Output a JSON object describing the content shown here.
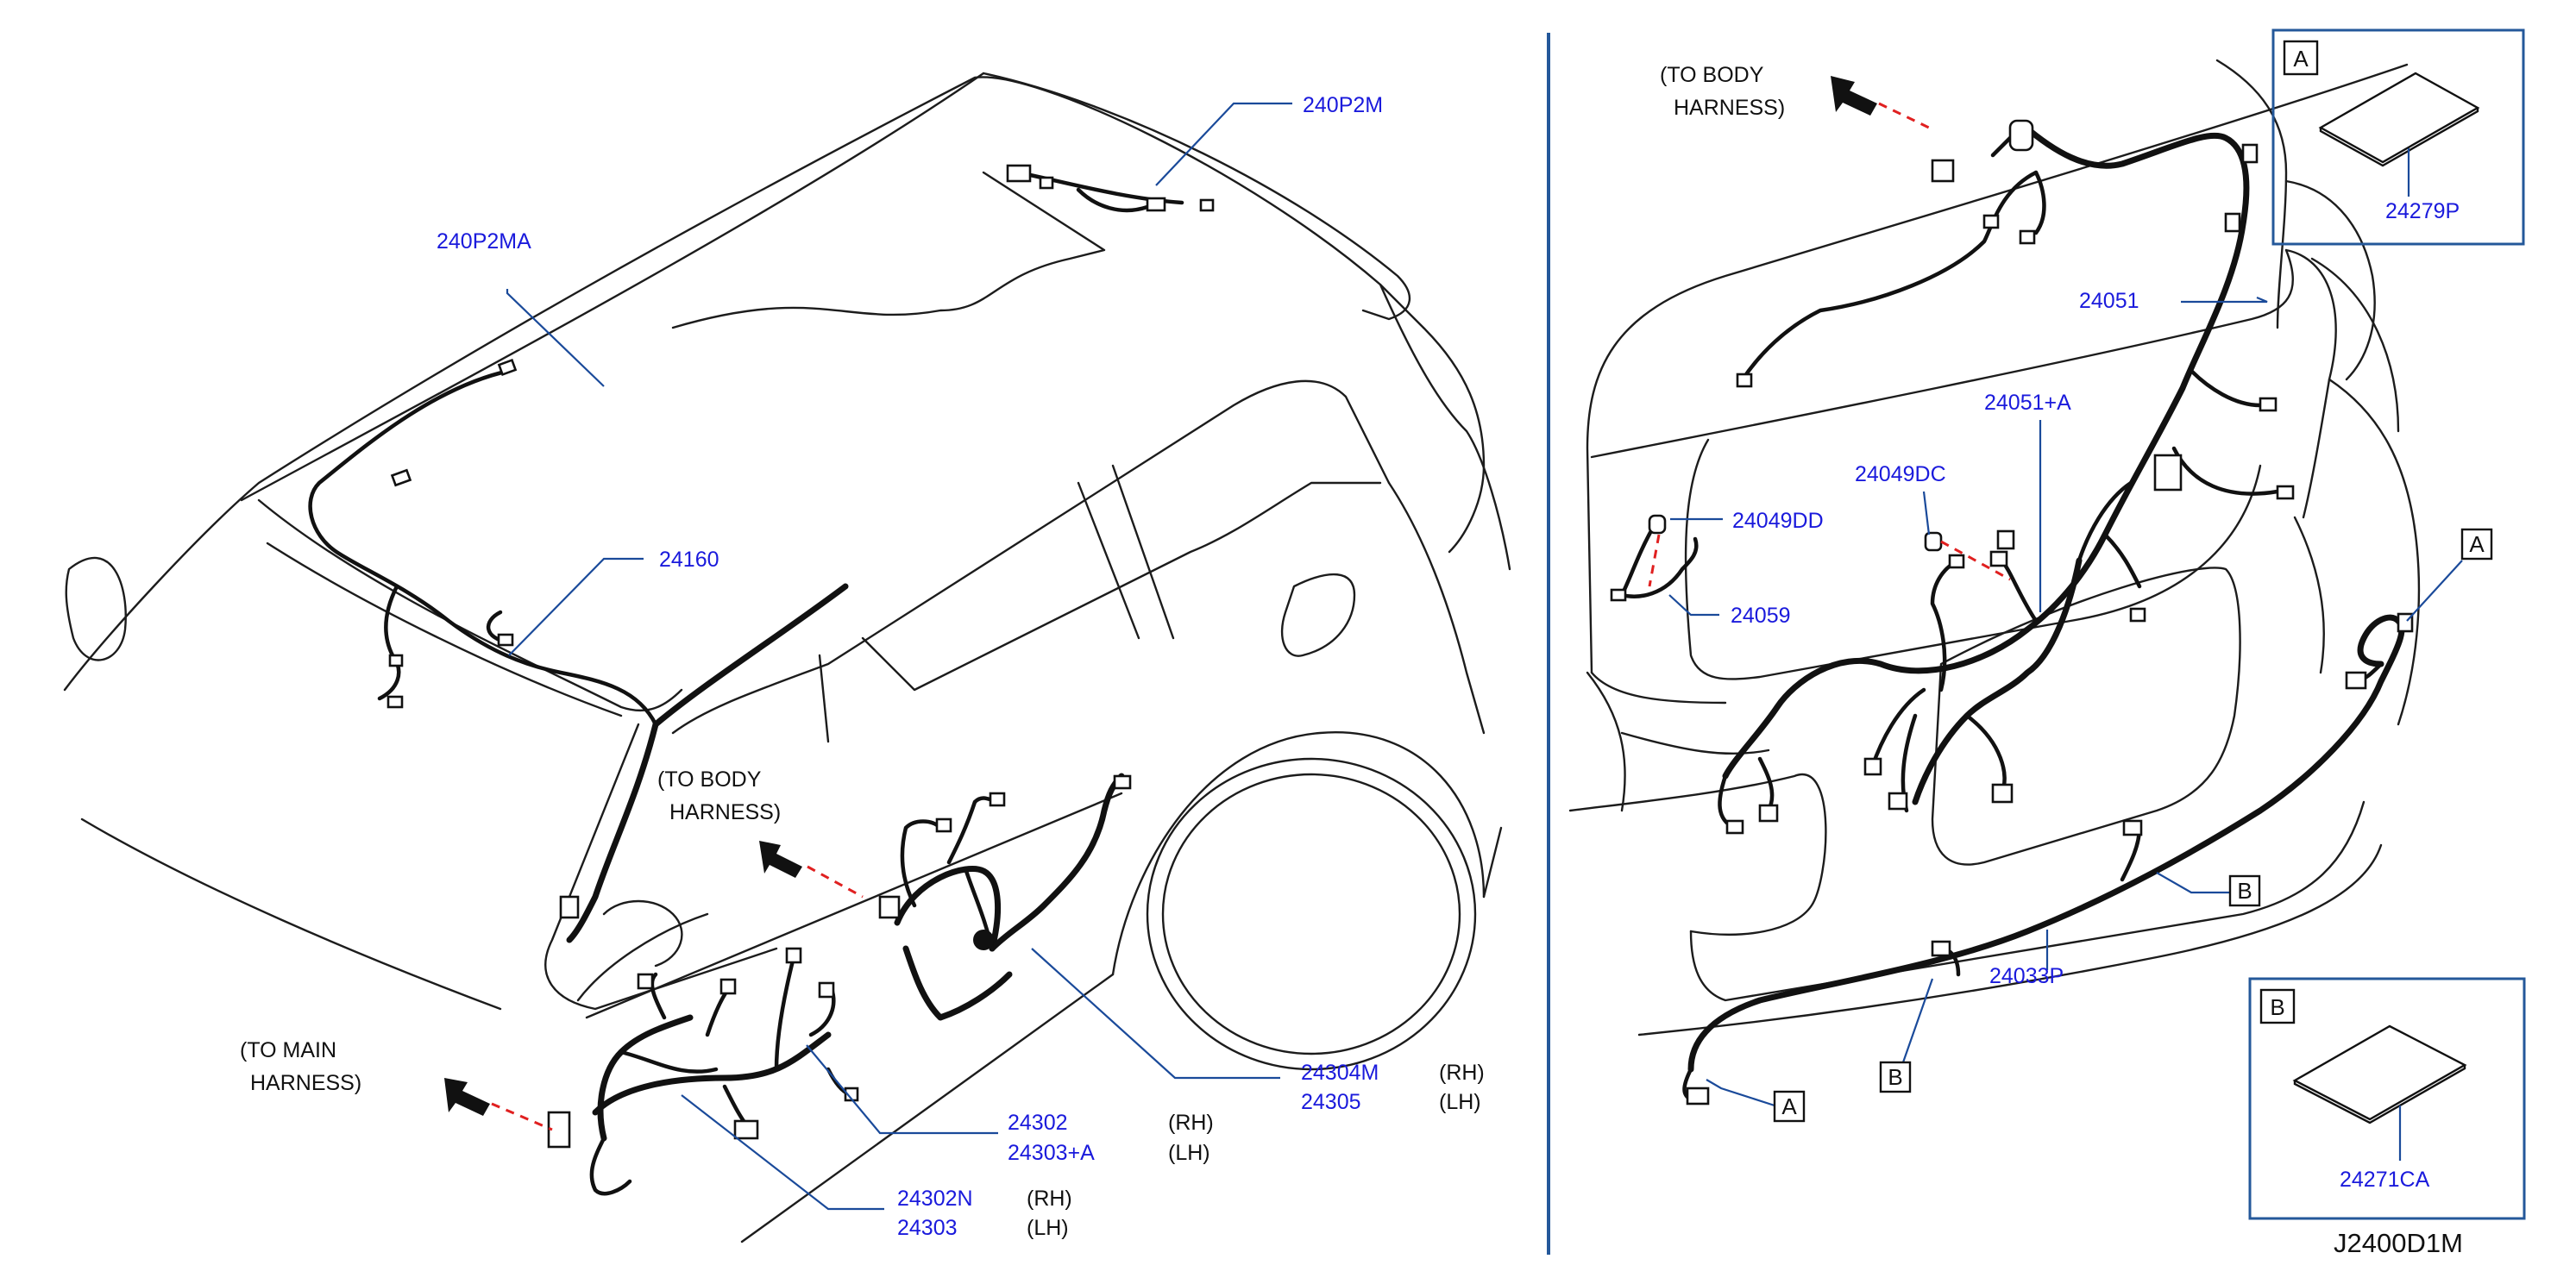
{
  "diagram": {
    "drawing_code": "J2400D1M",
    "left_view": {
      "part_labels": {
        "p240P2M": "240P2M",
        "p240P2MA": "240P2MA",
        "p24160": "24160",
        "p24304M": "24304M",
        "p24305": "24305",
        "p24302": "24302",
        "p24303A": "24303+A",
        "p24302N": "24302N",
        "p24303": "24303"
      },
      "side_labels": {
        "rh": "(RH)",
        "lh": "(LH)"
      },
      "notes": {
        "to_body_line1": "(TO   BODY",
        "to_body_line2": "HARNESS)",
        "to_main_line1": "(TO   MAIN",
        "to_main_line2": "HARNESS)"
      }
    },
    "right_view": {
      "part_labels": {
        "p24051": "24051",
        "p24051A": "24051+A",
        "p24049DC": "24049DC",
        "p24049DD": "24049DD",
        "p24059": "24059",
        "p24033P": "24033P"
      },
      "notes": {
        "to_body_line1": "(TO   BODY",
        "to_body_line2": "HARNESS)"
      },
      "callouts": {
        "a": "A",
        "b": "B"
      }
    },
    "detail_boxes": [
      {
        "letter": "A",
        "part": "24279P"
      },
      {
        "letter": "B",
        "part": "24271CA"
      }
    ]
  }
}
